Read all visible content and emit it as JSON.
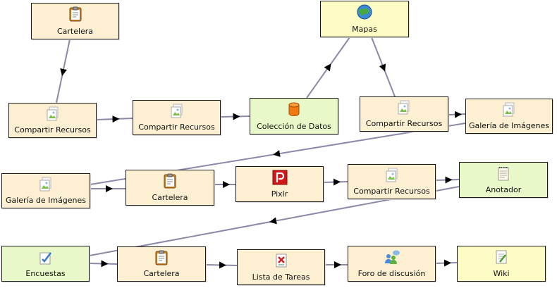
{
  "nodes": {
    "cartelera_1": "Cartelera",
    "compartir_1": "Compartir Recursos",
    "compartir_2": "Compartir Recursos",
    "coleccion": "Colección de Datos",
    "mapas": "Mapas",
    "compartir_3": "Compartir Recursos",
    "galeria_1": "Galería de Imágenes",
    "galeria_2": "Galería de Imágenes",
    "cartelera_2": "Cartelera",
    "pixlr": "Pixlr",
    "compartir_4": "Compartir Recursos",
    "anotador": "Anotador",
    "encuestas": "Encuestas",
    "cartelera_3": "Cartelera",
    "lista_tareas": "Lista de Tareas",
    "foro": "Foro de discusión",
    "wiki": "Wiki"
  },
  "icons": {
    "cartelera_1": "clipboard-icon",
    "compartir_1": "image-share-icon",
    "compartir_2": "image-share-icon",
    "coleccion": "database-icon",
    "mapas": "globe-icon",
    "compartir_3": "image-share-icon",
    "galeria_1": "image-share-icon",
    "galeria_2": "image-share-icon",
    "cartelera_2": "clipboard-icon",
    "pixlr": "pixlr-icon",
    "compartir_4": "image-share-icon",
    "anotador": "notepad-icon",
    "encuestas": "survey-icon",
    "cartelera_3": "clipboard-icon",
    "lista_tareas": "task-list-icon",
    "foro": "forum-icon",
    "wiki": "wiki-icon"
  },
  "colors": {
    "activity_fill": "#fcefd2",
    "tool_fill": "#e8f8c8",
    "highlight_fill": "#fcfcc4",
    "connector": "#8a8aa8",
    "arrowhead": "#000000"
  }
}
